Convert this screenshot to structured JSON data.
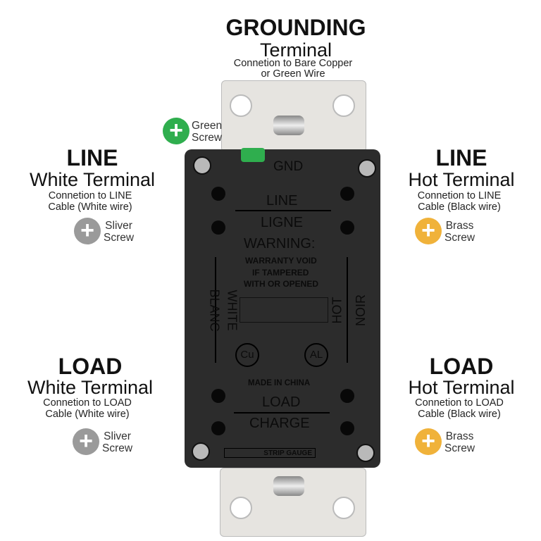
{
  "grounding": {
    "title": "GROUNDING",
    "subtitle": "Terminal",
    "desc1": "Connetion to Bare Copper",
    "desc2": "or Green Wire"
  },
  "green_screw": {
    "line1": "Green",
    "line2": "Screw",
    "color": "#2fae4e"
  },
  "line_left": {
    "title": "LINE",
    "subtitle": "White Terminal",
    "desc1": "Connetion to LINE",
    "desc2": "Cable (White wire)",
    "screw1": "Sliver",
    "screw2": "Screw",
    "color": "#9a9a9a"
  },
  "line_right": {
    "title": "LINE",
    "subtitle": "Hot Terminal",
    "desc1": "Connetion to LINE",
    "desc2": "Cable (Black wire)",
    "screw1": "Brass",
    "screw2": "Screw",
    "color": "#f0b23a"
  },
  "load_left": {
    "title": "LOAD",
    "subtitle": "White Terminal",
    "desc1": "Connetion to LOAD",
    "desc2": "Cable (White wire)",
    "screw1": "Sliver",
    "screw2": "Screw",
    "color": "#9a9a9a"
  },
  "load_right": {
    "title": "LOAD",
    "subtitle": "Hot Terminal",
    "desc1": "Connetion to LOAD",
    "desc2": "Cable (Black wire)",
    "screw1": "Brass",
    "screw2": "Screw",
    "color": "#f0b23a"
  },
  "device": {
    "gnd": "GND",
    "line": "LINE",
    "ligne": "LIGNE",
    "warning": "WARNING:",
    "warn1": "WARRANTY VOID",
    "warn2": "IF  TAMPERED",
    "warn3": "WITH OR OPENED",
    "white": "WHITE",
    "blanc": "BLANC",
    "hot": "HOT",
    "noir": "NOIR",
    "cu": "Cu",
    "al": "AL",
    "made": "MADE IN CHINA",
    "load": "LOAD",
    "charge": "CHARGE",
    "strip": "STRIP GAUGE"
  }
}
